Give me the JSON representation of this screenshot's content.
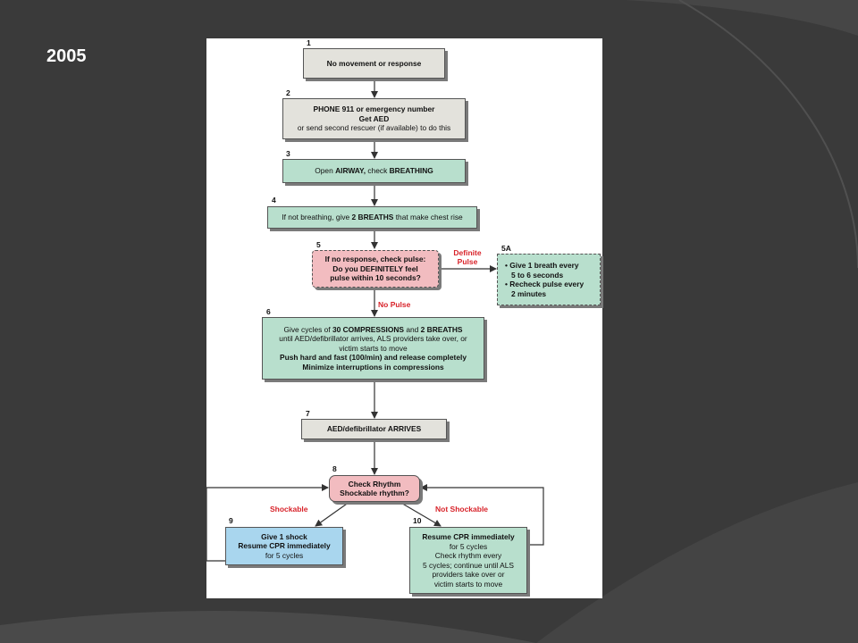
{
  "slide": {
    "year": "2005"
  },
  "colors": {
    "background": "#3a3a3a",
    "gray_box": "#e3e2dc",
    "green_box": "#b8dfcd",
    "pink_box": "#f2bcc0",
    "blue_box": "#a9d6ee",
    "label_red": "#d8232a"
  },
  "steps": {
    "s1": {
      "num": "1",
      "line1": "No movement or response"
    },
    "s2": {
      "num": "2",
      "line1": "PHONE 911 or emergency number",
      "line2": "Get AED",
      "line3": "or send second rescuer (if available) to do this"
    },
    "s3": {
      "num": "3",
      "pre": "Open ",
      "b1": "AIRWAY,",
      "mid": " check ",
      "b2": "BREATHING"
    },
    "s4": {
      "num": "4",
      "pre": "If not breathing, give ",
      "b1": "2 BREATHS",
      "post": " that make chest rise"
    },
    "s5": {
      "num": "5",
      "line1": "If no response, check pulse:",
      "line2": "Do you DEFINITELY feel",
      "line3": "pulse within 10 seconds?"
    },
    "s5a": {
      "num": "5A",
      "line1": "• Give 1 breath every",
      "line2": "5 to 6 seconds",
      "line3": "• Recheck pulse every",
      "line4": "2 minutes"
    },
    "s6": {
      "num": "6",
      "pre": "Give cycles of ",
      "b1": "30 COMPRESSIONS",
      "mid": " and ",
      "b2": "2 BREATHS",
      "line2": "until AED/defibrillator arrives, ALS providers take over, or",
      "line3": "victim starts to move",
      "line4": "Push hard and fast (100/min) and release completely",
      "line5": "Minimize interruptions in compressions"
    },
    "s7": {
      "num": "7",
      "line1": "AED/defibrillator ARRIVES"
    },
    "s8": {
      "num": "8",
      "line1": "Check Rhythm",
      "line2": "Shockable rhythm?"
    },
    "s9": {
      "num": "9",
      "line1": "Give 1 shock",
      "line2": "Resume CPR immediately",
      "line3": "for 5 cycles"
    },
    "s10": {
      "num": "10",
      "line1": "Resume CPR immediately",
      "line2": "for 5 cycles",
      "line3": "Check rhythm every",
      "line4": "5 cycles; continue until ALS",
      "line5": "providers take over or",
      "line6": "victim starts to move"
    }
  },
  "labels": {
    "definite_pulse_1": "Definite",
    "definite_pulse_2": "Pulse",
    "no_pulse": "No Pulse",
    "shockable": "Shockable",
    "not_shockable": "Not Shockable"
  }
}
